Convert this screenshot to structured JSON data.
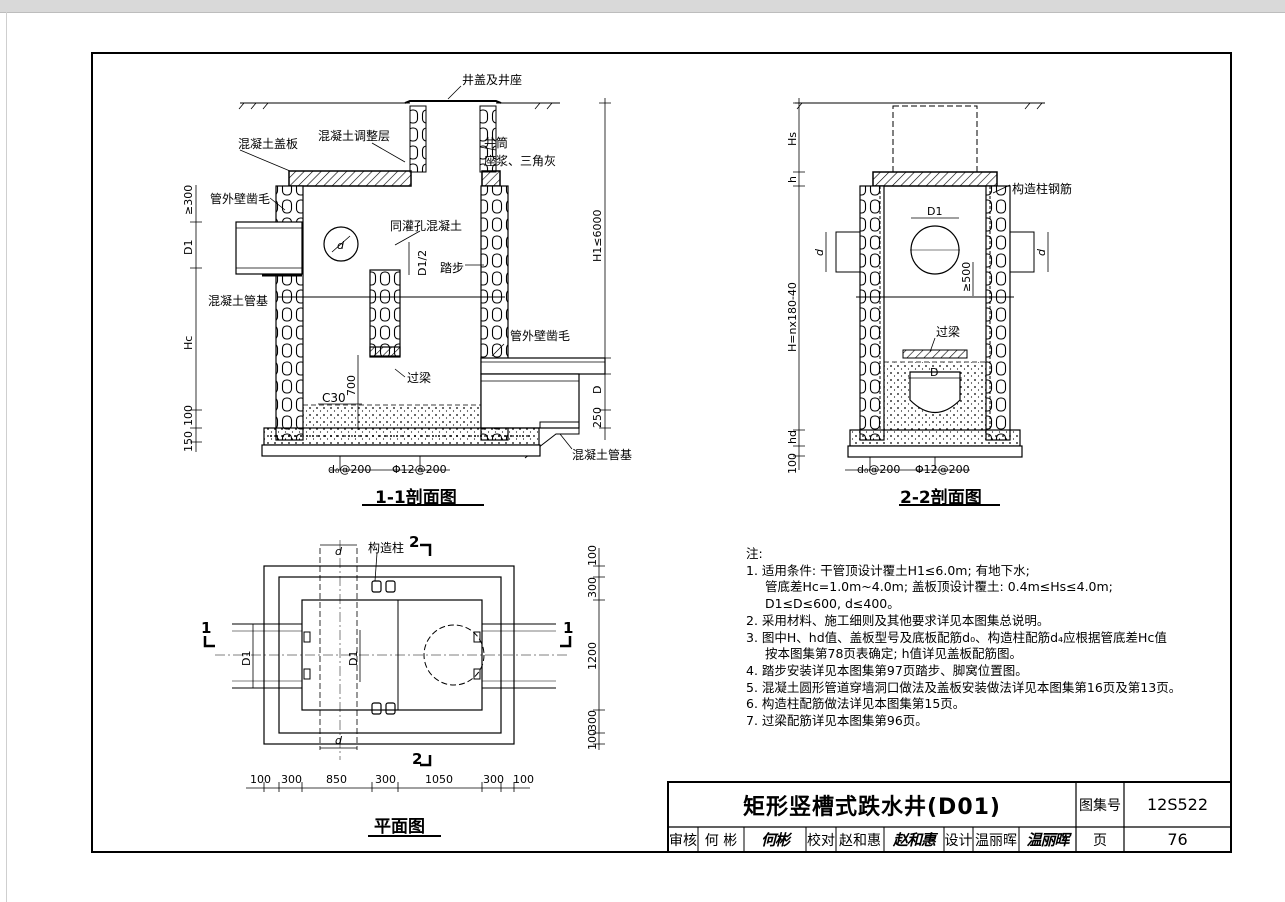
{
  "section11": {
    "title": "1-1剖面图",
    "labels": {
      "cover": "井盖及井座",
      "concrete_cover": "混凝土盖板",
      "leveling": "混凝土调整层",
      "shaft": "井筒",
      "mortar": "座浆、三角灰",
      "pipe_wall_left": "管外壁凿毛",
      "fill_hole": "同灌孔混凝土",
      "step": "踏步",
      "base_left": "混凝土管基",
      "pipe_wall_right": "管外壁凿毛",
      "beam": "过梁",
      "c30": "C30",
      "base_right": "混凝土管基",
      "d0": "d₀@200",
      "phi12": "Φ12@200"
    },
    "dims": {
      "d300": "≥300",
      "D1": "D1",
      "Hc": "Hc",
      "d100": "100",
      "d150": "150",
      "d": "d",
      "half": "D1/2",
      "H1": "H1≤6000",
      "D": "D",
      "d250": "250",
      "d700": "700"
    }
  },
  "section22": {
    "title": "2-2剖面图",
    "labels": {
      "rebar": "构造柱钢筋",
      "beam": "过梁",
      "d0": "d₀@200",
      "phi12": "Φ12@200"
    },
    "dims": {
      "Hs": "Hs",
      "h": "h",
      "H": "H=nx180-40",
      "hd": "hd",
      "d100": "100",
      "d": "d",
      "D1": "D1",
      "D": "D",
      "d500": "≥500"
    }
  },
  "plan": {
    "title": "平面图",
    "labels": {
      "column": "构造柱",
      "cut1": "1",
      "cut2": "2",
      "d": "d",
      "D1": "D1"
    },
    "bottom_dims": [
      "100",
      "300",
      "850",
      "300",
      "1050",
      "300",
      "100"
    ],
    "right_dims": [
      "100",
      "300",
      "1200",
      "300",
      "100"
    ]
  },
  "notes": {
    "heading": "注:",
    "lines": [
      "1. 适用条件: 干管顶设计覆土H1≤6.0m; 有地下水;",
      "管底差Hc=1.0m~4.0m; 盖板顶设计覆土: 0.4m≤Hs≤4.0m;",
      "D1≤D≤600, d≤400。",
      "2. 采用材料、施工细则及其他要求详见本图集总说明。",
      "3. 图中H、hd值、盖板型号及底板配筋d₀、构造柱配筋d₄应根据管底差Hc值",
      "按本图集第78页表确定; h值详见盖板配筋图。",
      "4. 踏步安装详见本图集第97页踏步、脚窝位置图。",
      "5. 混凝土圆形管道穿墙洞口做法及盖板安装做法详见本图集第16页及第13页。",
      "6. 构造柱配筋做法详见本图集第15页。",
      "7. 过梁配筋详见本图集第96页。"
    ]
  },
  "titleblock": {
    "title": "矩形竖槽式跌水井(D01)",
    "atlas_label": "图集号",
    "atlas_no": "12S522",
    "page_label": "页",
    "page_no": "76",
    "review_label": "审核",
    "review_name": "何 彬",
    "review_sig": "何彬",
    "check_label": "校对",
    "check_name": "赵和惠",
    "check_sig": "赵和惠",
    "design_label": "设计",
    "design_name": "温丽晖",
    "design_sig": "温丽晖"
  }
}
